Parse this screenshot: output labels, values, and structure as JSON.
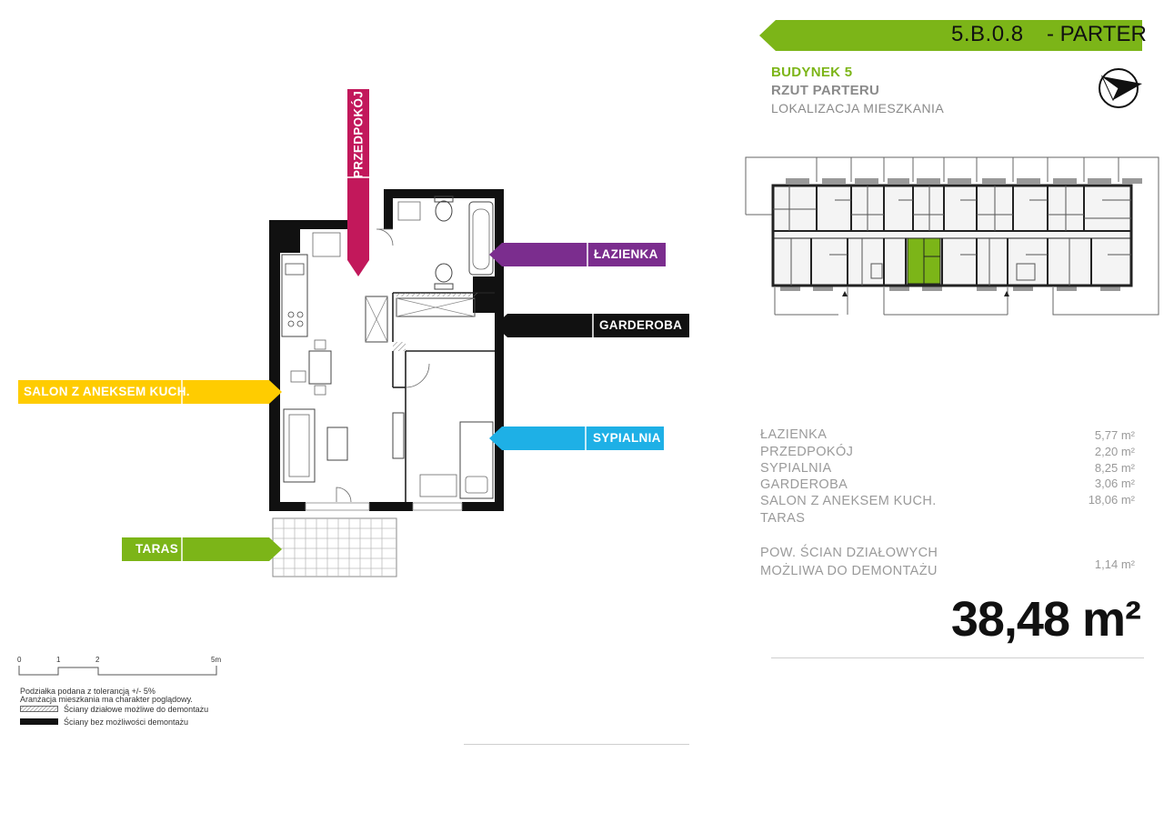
{
  "header": {
    "unit_code": "5.B.0.8",
    "floor": "- PARTER",
    "building": "BUDYNEK 5",
    "plan_title": "RZUT PARTERU",
    "location_label": "LOKALIZACJA MIESZKANIA",
    "accent_color": "#7cb518"
  },
  "callouts": {
    "przedpokoj": {
      "label": "PRZEDPOKÓJ",
      "color": "#c2185b"
    },
    "lazienka": {
      "label": "ŁAZIENKA",
      "color": "#7b2d8e"
    },
    "garderoba": {
      "label": "GARDEROBA",
      "color": "#111111"
    },
    "salon": {
      "label": "SALON Z ANEKSEM KUCH.",
      "color": "#ffcc00"
    },
    "sypialnia": {
      "label": "SYPIALNIA",
      "color": "#1eb0e6"
    },
    "taras": {
      "label": "TARAS",
      "color": "#7cb518"
    }
  },
  "rooms": [
    {
      "name": "ŁAZIENKA",
      "area": "5,77 m²"
    },
    {
      "name": "PRZEDPOKÓJ",
      "area": "2,20 m²"
    },
    {
      "name": "SYPIALNIA",
      "area": "8,25 m²"
    },
    {
      "name": "GARDEROBA",
      "area": "3,06 m²"
    },
    {
      "name": "SALON Z ANEKSEM KUCH.",
      "area": "18,06 m²"
    },
    {
      "name": "TARAS",
      "area": ""
    }
  ],
  "partition_walls": {
    "label_line1": "POW. ŚCIAN DZIAŁOWYCH",
    "label_line2": "MOŻLIWA DO DEMONTAŻU",
    "area": "1,14 m²"
  },
  "total_area": "38,48 m²",
  "legend": {
    "scale_ticks": [
      "0",
      "1",
      "2",
      "5m"
    ],
    "tolerance_note": "Podziałka podana z tolerancją +/- 5%",
    "arrangement_note": "Aranżacja mieszkania ma charakter poglądowy.",
    "removable_walls": "Ściany działowe możliwe do demontażu",
    "fixed_walls": "Ściany bez możliwości demontażu"
  },
  "icons": {
    "compass": "compass-north-arrow-icon"
  }
}
